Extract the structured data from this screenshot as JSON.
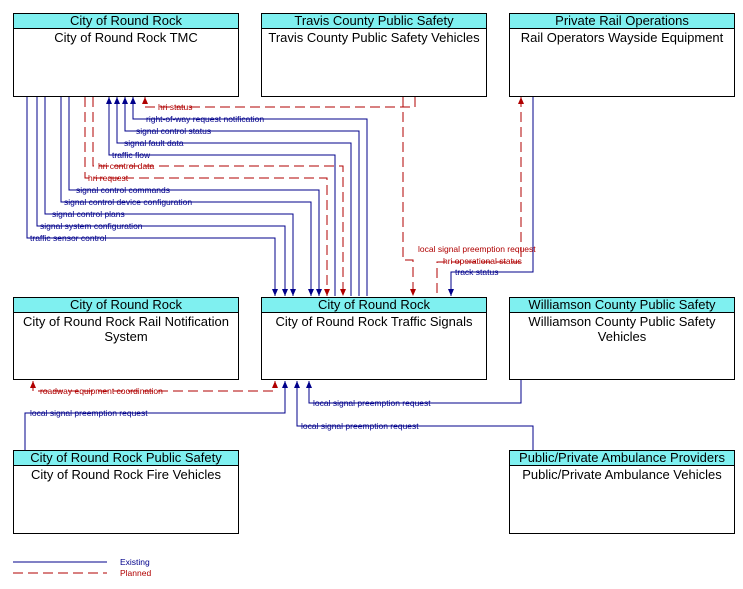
{
  "elements": {
    "tmc": {
      "stakeholder": "City of Round Rock",
      "name": "City of Round Rock TMC"
    },
    "travis": {
      "stakeholder": "Travis County Public Safety",
      "name": "Travis County Public Safety Vehicles"
    },
    "rail": {
      "stakeholder": "Private Rail Operations",
      "name": "Rail Operators Wayside Equipment"
    },
    "railnotif": {
      "stakeholder": "City of Round Rock",
      "name": "City of Round Rock Rail Notification System"
    },
    "signals": {
      "stakeholder": "City of Round Rock",
      "name": "City of Round Rock Traffic Signals"
    },
    "williamson": {
      "stakeholder": "Williamson County Public Safety",
      "name": "Williamson County Public Safety Vehicles"
    },
    "fire": {
      "stakeholder": "City of Round Rock Public Safety",
      "name": "City of Round Rock Fire Vehicles"
    },
    "ambulance": {
      "stakeholder": "Public/Private Ambulance Providers",
      "name": "Public/Private Ambulance Vehicles"
    }
  },
  "flows": {
    "hri_status": "hri status",
    "row_request": "right-of-way request notification",
    "signal_control_status": "signal control status",
    "signal_fault_data": "signal fault data",
    "traffic_flow": "traffic flow",
    "hri_control_data": "hri control data",
    "hri_request": "hri request",
    "signal_control_commands": "signal control commands",
    "signal_device_config": "signal control device configuration",
    "signal_control_plans": "signal control plans",
    "signal_system_config": "signal system configuration",
    "traffic_sensor_control": "traffic sensor control",
    "lspr_travis": "local signal preemption request",
    "hri_operational_status": "hri operational status",
    "track_status": "track status",
    "roadway_coord": "roadway equipment coordination",
    "lspr_williamson": "local signal preemption request",
    "lspr_fire": "local signal preemption request",
    "lspr_ambulance": "local signal preemption request"
  },
  "legend": {
    "existing": "Existing",
    "planned": "Planned"
  },
  "colors": {
    "existing": "#00008b",
    "planned": "#b00000",
    "header": "#7ff0f0"
  }
}
